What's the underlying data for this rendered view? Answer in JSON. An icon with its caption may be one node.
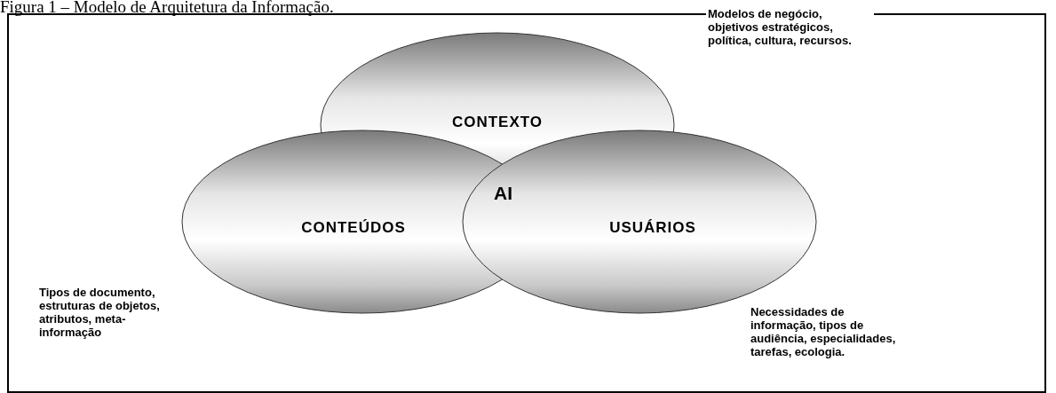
{
  "diagram": {
    "title": "Figura 1 – Modelo de Arquitetura da Informação.",
    "nodes": [
      {
        "text": [
          "CONTEXTO"
        ]
      },
      {
        "text": [
          "CONTEÚDOS"
        ]
      },
      {
        "text": [
          "USUÁRIOS"
        ]
      }
    ],
    "labels": [
      "Modelos de negócio, objetivos estratégicos, política, cultura, recursos.",
      "AI",
      "Tipos de documento, estruturas de objetos, atributos, meta-informação",
      "Necessidades de informação, tipos de audiência, especialidades, tarefas, ecologia."
    ]
  }
}
